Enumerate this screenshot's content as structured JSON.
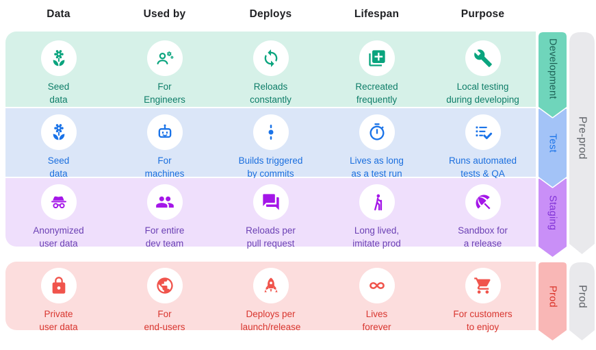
{
  "header": {
    "columns": [
      "Data",
      "Used by",
      "Deploys",
      "Lifespan",
      "Purpose"
    ]
  },
  "environments": [
    {
      "id": "development",
      "ribbon": {
        "label": "Development",
        "fill": "#6fd5bb",
        "text_color": "#1b5e53"
      },
      "band_color": "#d6f1e8",
      "icon_color": "#0aa47e",
      "text_color": "#0e7d68",
      "cells": [
        {
          "icon": "seedling-icon",
          "text": "Seed\ndata"
        },
        {
          "icon": "engineer-icon",
          "text": "For\nEngineers"
        },
        {
          "icon": "sync-icon",
          "text": "Reloads\nconstantly"
        },
        {
          "icon": "add-document-icon",
          "text": "Recreated\nfrequently"
        },
        {
          "icon": "wrench-icon",
          "text": "Local testing\nduring developing"
        }
      ]
    },
    {
      "id": "test",
      "ribbon": {
        "label": "Test",
        "fill": "#a3c3f7",
        "text_color": "#1a73e8"
      },
      "band_color": "#dbe6f8",
      "icon_color": "#1a73e8",
      "text_color": "#1a6ede",
      "cells": [
        {
          "icon": "seedling-icon",
          "text": "Seed\ndata"
        },
        {
          "icon": "robot-icon",
          "text": "For\nmachines"
        },
        {
          "icon": "commit-icon",
          "text": "Builds triggered\nby commits"
        },
        {
          "icon": "timer-icon",
          "text": "Lives as long\nas a test run"
        },
        {
          "icon": "checklist-icon",
          "text": "Runs automated\ntests & QA"
        }
      ]
    },
    {
      "id": "staging",
      "ribbon": {
        "label": "Staging",
        "fill": "#c98ff7",
        "text_color": "#7f30d6"
      },
      "band_color": "#efdffc",
      "icon_color": "#a416e8",
      "text_color": "#6b40b4",
      "cells": [
        {
          "icon": "incognito-icon",
          "text": "Anonymized\nuser data"
        },
        {
          "icon": "team-icon",
          "text": "For entire\ndev team"
        },
        {
          "icon": "forum-icon",
          "text": "Reloads per\npull request"
        },
        {
          "icon": "hiker-icon",
          "text": "Long lived,\nimitate prod"
        },
        {
          "icon": "umbrella-icon",
          "text": "Sandbox for\na release"
        }
      ]
    },
    {
      "id": "prod",
      "ribbon": {
        "label": "Prod",
        "fill": "#f9b7b6",
        "text_color": "#d93025"
      },
      "band_color": "#fcdddd",
      "icon_color": "#f0544c",
      "text_color": "#d8352e",
      "cells": [
        {
          "icon": "lock-icon",
          "text": "Private\nuser data"
        },
        {
          "icon": "globe-icon",
          "text": "For\nend-users"
        },
        {
          "icon": "rocket-icon",
          "text": "Deploys per\nlaunch/release"
        },
        {
          "icon": "infinity-icon",
          "text": "Lives\nforever"
        },
        {
          "icon": "cart-icon",
          "text": "For customers\nto enjoy"
        }
      ]
    }
  ],
  "phases": [
    {
      "label": "Pre-prod",
      "fill": "#e9e9ec",
      "text_color": "#5f6368"
    },
    {
      "label": "Prod",
      "fill": "#e9e9ec",
      "text_color": "#5f6368"
    }
  ]
}
